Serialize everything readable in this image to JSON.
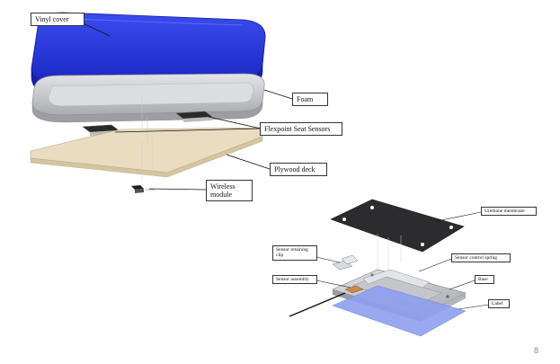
{
  "labels": {
    "vinyl_cover": "Vinyl cover",
    "foam": "Foam",
    "flexpoint_seat_sensors": "Flexpoint Seat Sensors",
    "plywood_deck": "Plywood deck",
    "wireless_module_line1": "Wireless",
    "wireless_module_line2": "module",
    "urethane_membrane": "Urethane membrane",
    "sensor_retaining_clip_line1": "Sensor retaining",
    "sensor_retaining_clip_line2": "clip",
    "sensor_control_spring": "Sensor control spring",
    "sensor_assembly": "Sensor assembly",
    "base": "Base",
    "label": "Label"
  },
  "slide_number": "8",
  "colors": {
    "vinyl": "#1f2fd1",
    "foam": "#c9cbd0",
    "plywood": "#e9dcc0",
    "membrane": "#2c2c2e",
    "base": "#cfd0d4",
    "label_plate": "#8d9ff0"
  }
}
